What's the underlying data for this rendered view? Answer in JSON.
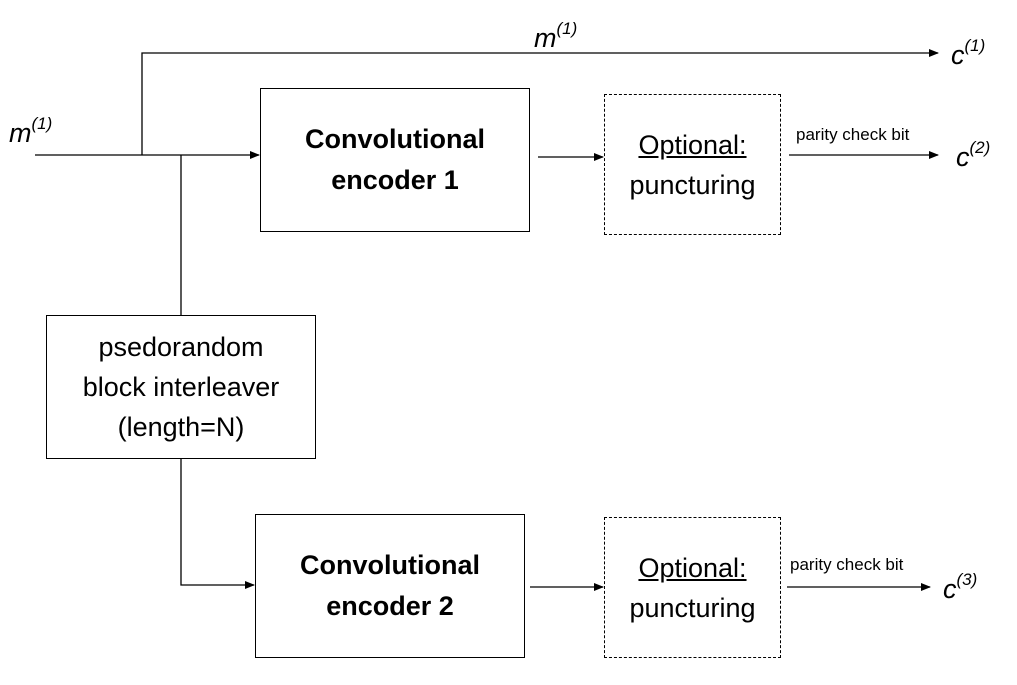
{
  "signals": {
    "input_var": "m",
    "input_sup": "(1)",
    "systematic_var": "m",
    "systematic_sup": "(1)",
    "out1_var": "c",
    "out1_sup": "(1)",
    "out2_var": "c",
    "out2_sup": "(2)",
    "out3_var": "c",
    "out3_sup": "(3)"
  },
  "blocks": {
    "encoder1": {
      "line1": "Convolutional",
      "line2": "encoder 1"
    },
    "encoder2": {
      "line1": "Convolutional",
      "line2": "encoder 2"
    },
    "puncture1": {
      "line1": "Optional:",
      "line2": "puncturing"
    },
    "puncture2": {
      "line1": "Optional:",
      "line2": "puncturing"
    },
    "interleaver": {
      "line1": "psedorandom",
      "line2": "block interleaver",
      "line3": "(length=N)"
    }
  },
  "edge_labels": {
    "parity1": "parity check bit",
    "parity2": "parity check bit"
  }
}
